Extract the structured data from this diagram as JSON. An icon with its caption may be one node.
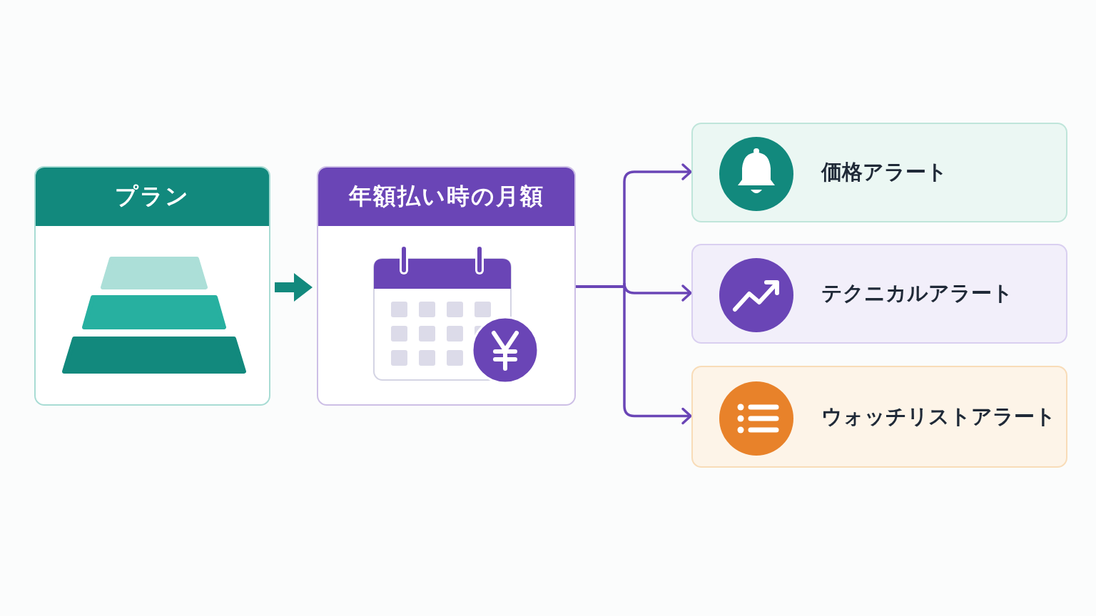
{
  "diagram": {
    "nodes": [
      {
        "text": [
          "プラン"
        ]
      },
      {
        "text": [
          "年額払い時の月額"
        ]
      },
      {
        "text": [
          "価格アラート"
        ]
      },
      {
        "text": [
          "テクニカルアラート"
        ]
      },
      {
        "text": [
          "ウォッチリストアラート"
        ]
      }
    ],
    "edges": [
      {
        "from": 0,
        "to": 1,
        "arrow": "to",
        "style": "thick",
        "color": "#12897d"
      },
      {
        "from": 1,
        "to": 2,
        "arrow": "to"
      },
      {
        "from": 1,
        "to": 3,
        "arrow": "to"
      },
      {
        "from": 1,
        "to": 4,
        "arrow": "to"
      }
    ]
  }
}
